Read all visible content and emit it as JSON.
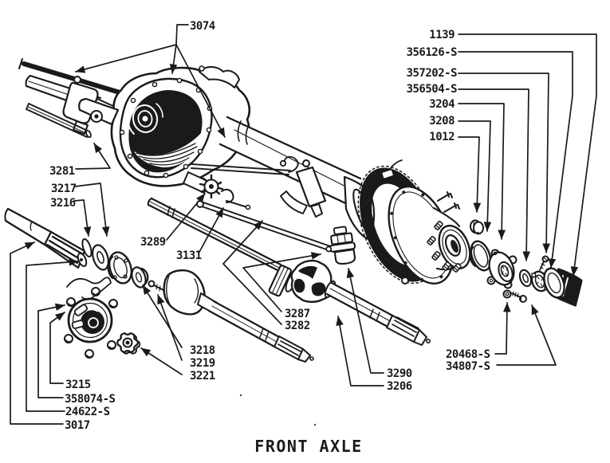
{
  "figure": {
    "caption": "FRONT AXLE",
    "type": "exploded-parts-diagram",
    "subject": "front axle assembly"
  },
  "colors": {
    "ink": "#1a1a1a",
    "paper": "#ffffff"
  },
  "part_labels": {
    "p3074": "3074",
    "p1139": "1139",
    "p356126s": "356126-S",
    "p357202s": "357202-S",
    "p356504s": "356504-S",
    "p3204": "3204",
    "p3208": "3208",
    "p1012": "1012",
    "p3281": "3281",
    "p3217": "3217",
    "p3216": "3216",
    "p3289": "3289",
    "p3131": "3131",
    "p3287": "3287",
    "p3282": "3282",
    "p3218": "3218",
    "p3219": "3219",
    "p3221": "3221",
    "p3215": "3215",
    "p358074s": "358074-S",
    "p24622s": "24622-S",
    "p3017": "3017",
    "p3290": "3290",
    "p3206": "3206",
    "p20468s": "20468-S",
    "p34807s": "34807-S"
  }
}
